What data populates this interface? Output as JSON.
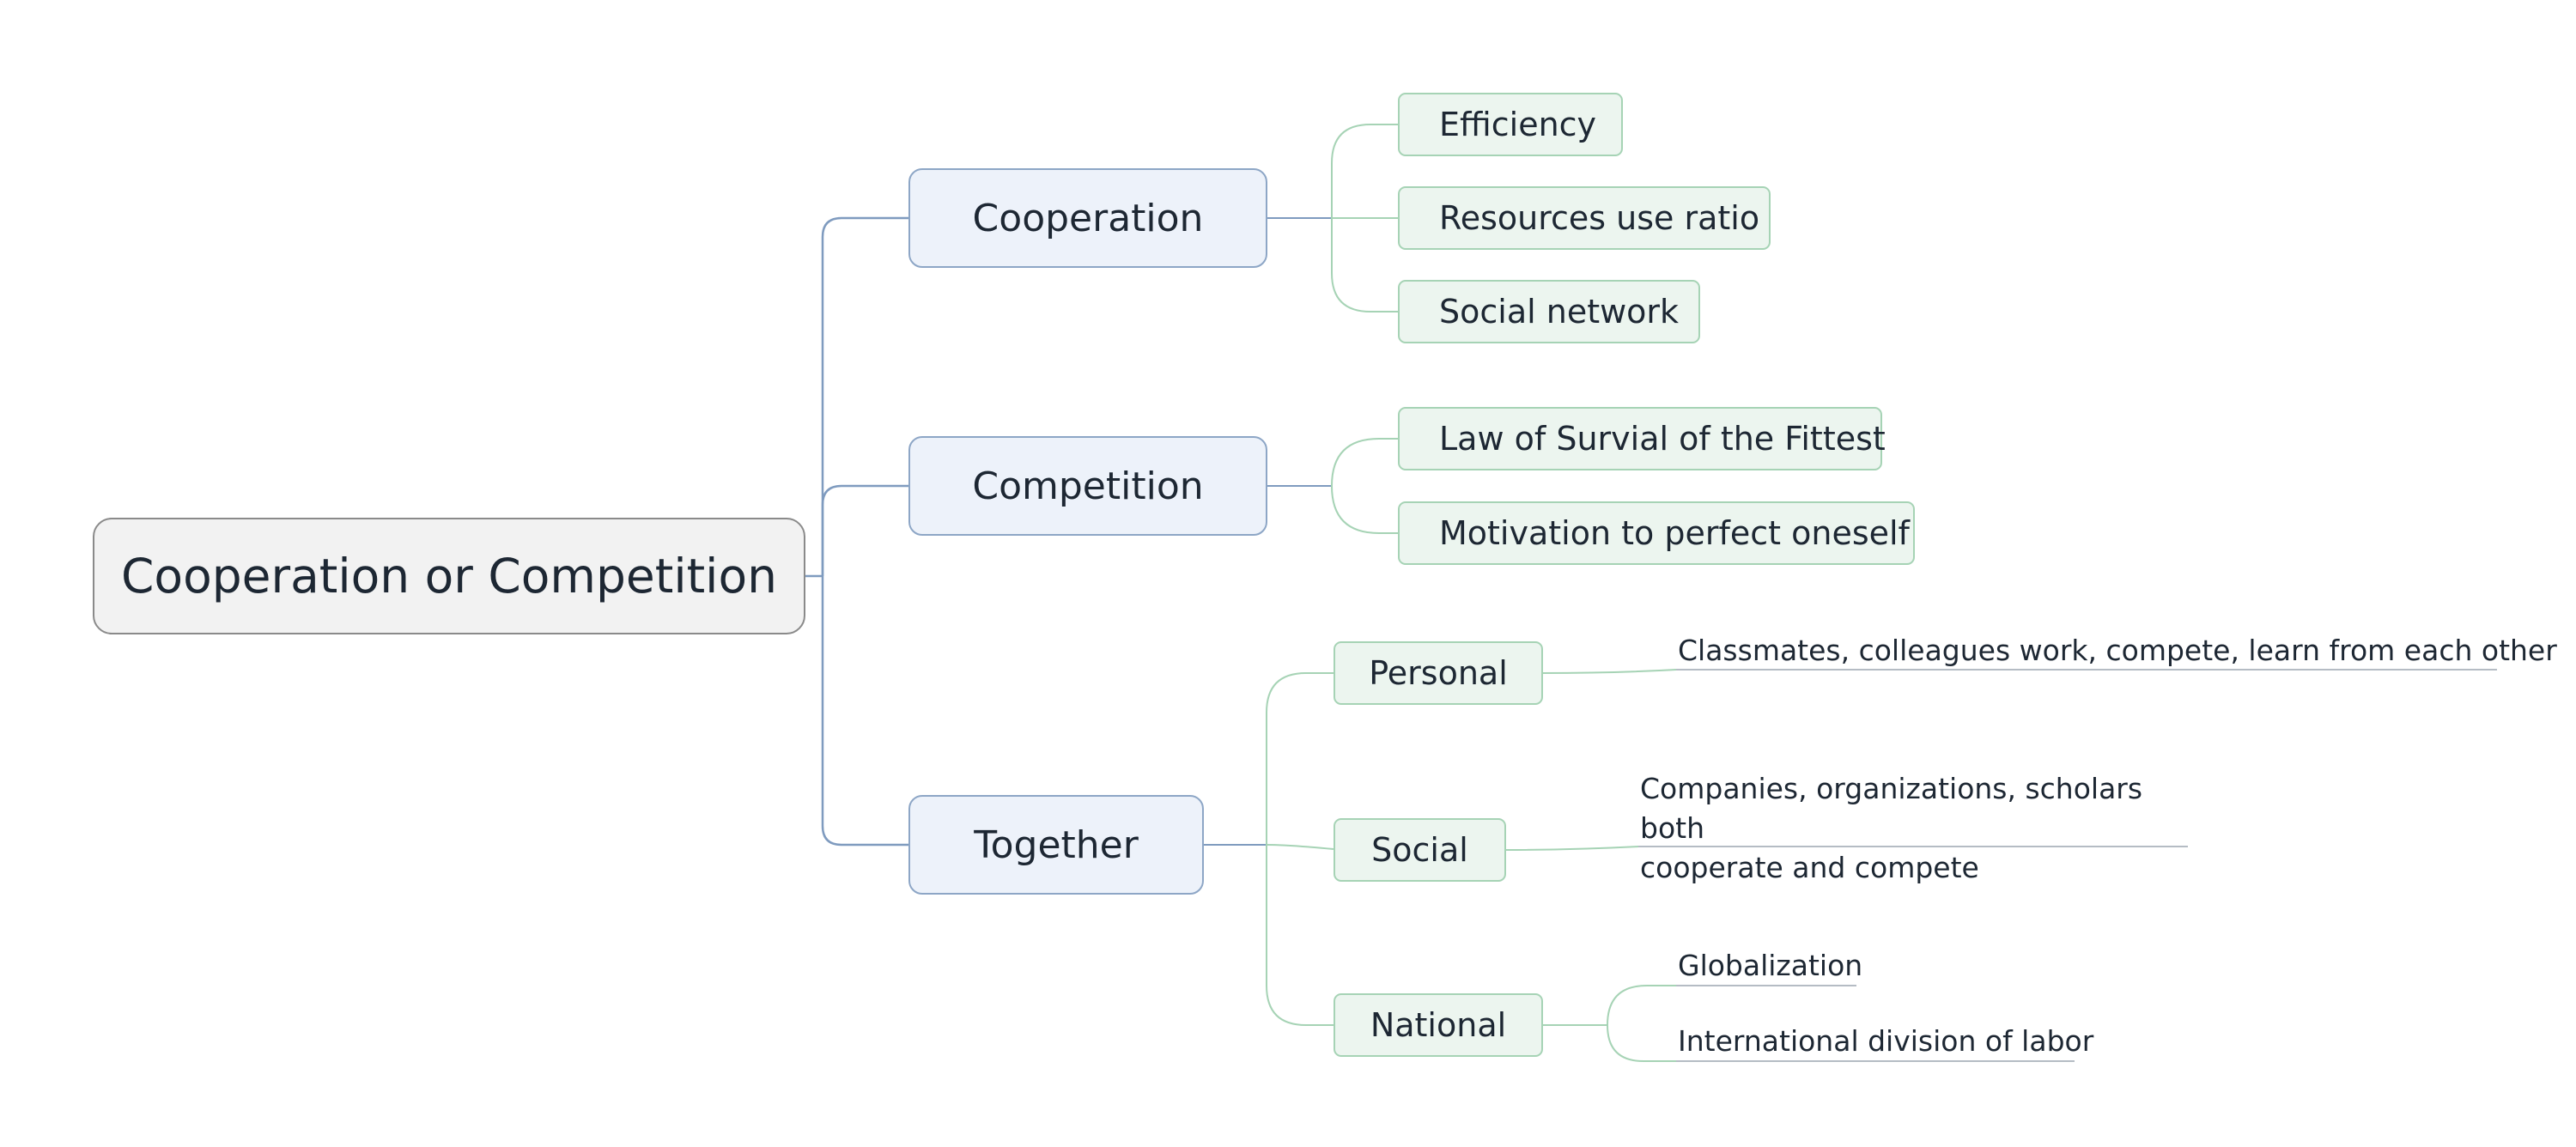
{
  "mindmap": {
    "root": "Cooperation or Competition",
    "branches": [
      {
        "label": "Cooperation",
        "children": [
          "Efficiency",
          "Resources use ratio",
          "Social network"
        ]
      },
      {
        "label": "Competition",
        "children": [
          "Law of Survial of the Fittest",
          "Motivation to perfect oneself"
        ]
      },
      {
        "label": "Together",
        "children": [
          {
            "label": "Personal",
            "notes": [
              "Classmates, colleagues  work, compete, learn from each other"
            ]
          },
          {
            "label": "Social",
            "notes": [
              "Companies, organizations, scholars both cooperate and compete"
            ]
          },
          {
            "label": "National",
            "notes": [
              "Globalization",
              "International division of labor"
            ]
          }
        ]
      }
    ],
    "social_note_lines": [
      "Companies, organizations, scholars both",
      "cooperate and compete"
    ]
  },
  "colors": {
    "root_fill": "#f2f2f2",
    "root_border": "#8a8a8a",
    "main_fill": "#edf2fa",
    "main_border": "#8da6c6",
    "sub_fill": "#ecf5ef",
    "sub_border": "#a6d3b5",
    "blue_connector": "#7f9bbf",
    "green_connector": "#a6d3b5",
    "text": "#1d2733"
  }
}
